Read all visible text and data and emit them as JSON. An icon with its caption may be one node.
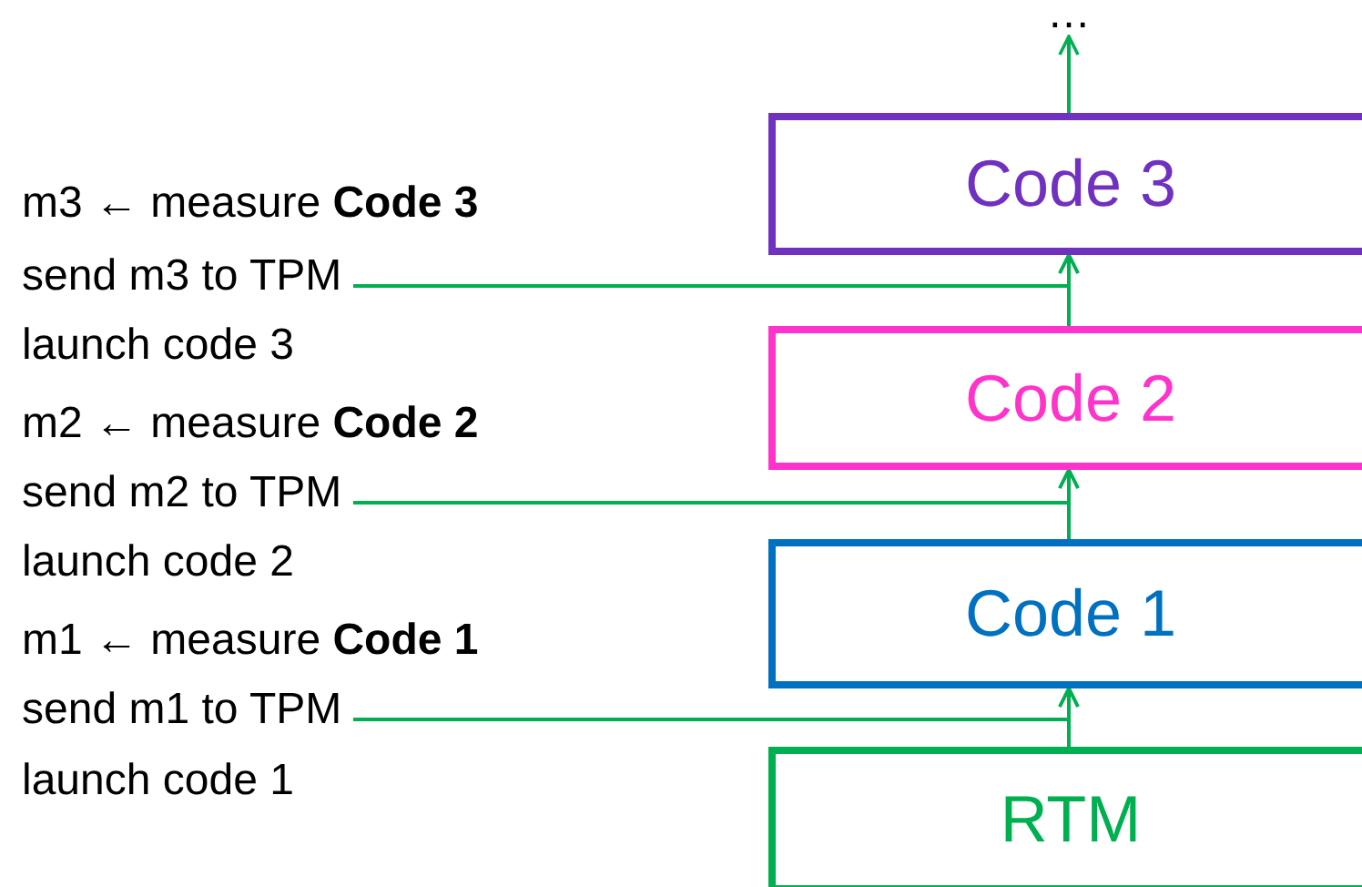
{
  "diagram": {
    "nodes": [
      {
        "text": [
          "…"
        ]
      },
      {
        "text": [
          "Code 3"
        ]
      },
      {
        "text": [
          "Code 2"
        ]
      },
      {
        "text": [
          "Code 1"
        ]
      },
      {
        "text": [
          "RTM"
        ]
      },
      {
        "text": [
          "send m3 to TPM"
        ]
      },
      {
        "text": [
          "send m2 to TPM"
        ]
      },
      {
        "text": [
          "send m1 to TPM"
        ]
      }
    ],
    "edges": [
      {
        "from": 4,
        "to": 3,
        "arrow": "to"
      },
      {
        "from": 3,
        "to": 2,
        "arrow": "to"
      },
      {
        "from": 2,
        "to": 1,
        "arrow": "to"
      },
      {
        "from": 1,
        "to": 0,
        "arrow": "to"
      },
      {
        "from": 7,
        "to": 3,
        "arrow": "to"
      },
      {
        "from": 6,
        "to": 2,
        "arrow": "to"
      },
      {
        "from": 5,
        "to": 1,
        "arrow": "to"
      }
    ],
    "labels": [
      "m3 ← measure **Code 3**",
      "launch code 3",
      "m2 ← measure **Code 2**",
      "launch code 2",
      "m1 ← measure **Code 1**",
      "launch code 1"
    ]
  }
}
